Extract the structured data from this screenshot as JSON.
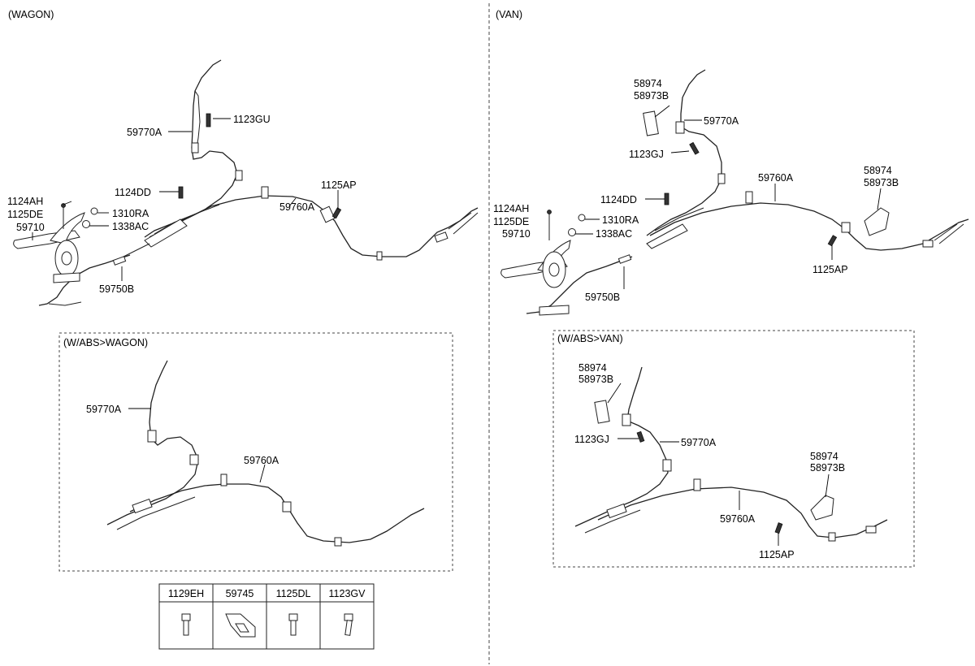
{
  "sections": {
    "wagon": "(WAGON)",
    "van": "(VAN)",
    "abs_wagon": "(W/ABS>WAGON)",
    "abs_van": "(W/ABS>VAN)"
  },
  "labels": {
    "wagon": {
      "p59770A": "59770A",
      "p1123GU": "1123GU",
      "p1124DD": "1124DD",
      "p1125AP": "1125AP",
      "p1124AH": "1124AH",
      "p1125DE": "1125DE",
      "p59710": "59710",
      "p1310RA": "1310RA",
      "p1338AC": "1338AC",
      "p59760A": "59760A",
      "p59750B": "59750B"
    },
    "van": {
      "p58974a": "58974",
      "p58973Ba": "58973B",
      "p59770A": "59770A",
      "p1123GJ": "1123GJ",
      "p59760A": "59760A",
      "p58974b": "58974",
      "p58973Bb": "58973B",
      "p1124DD": "1124DD",
      "p1124AH": "1124AH",
      "p1125DE": "1125DE",
      "p59710": "59710",
      "p1310RA": "1310RA",
      "p1338AC": "1338AC",
      "p1125AP": "1125AP",
      "p59750B": "59750B"
    },
    "abs_wagon": {
      "p59770A": "59770A",
      "p59760A": "59760A"
    },
    "abs_van": {
      "p58974a": "58974",
      "p58973Ba": "58973B",
      "p1123GJ": "1123GJ",
      "p59770A": "59770A",
      "p58974b": "58974",
      "p58973Bb": "58973B",
      "p59760A": "59760A",
      "p1125AP": "1125AP"
    }
  },
  "parts_table": {
    "headers": [
      "1129EH",
      "59745",
      "1125DL",
      "1123GV"
    ]
  }
}
